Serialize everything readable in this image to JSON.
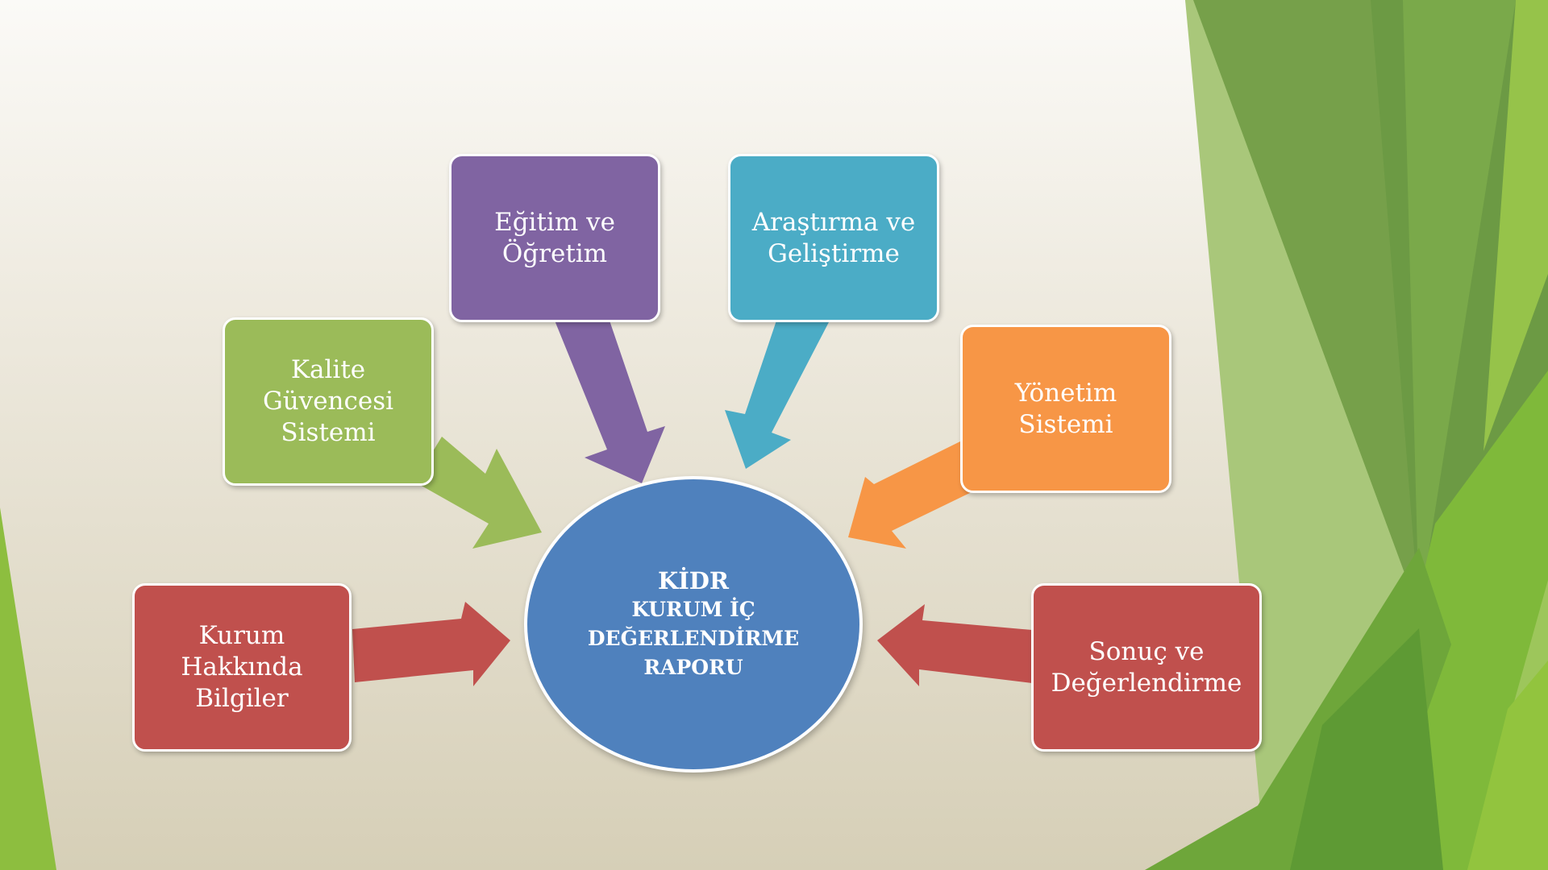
{
  "diagram": {
    "center": {
      "line1": "KİDR",
      "line2": "KURUM İÇ",
      "line3": "DEĞERLENDİRME",
      "line4": "RAPORU",
      "color": "#4F81BD"
    },
    "nodes": [
      {
        "id": "kurum",
        "label": "Kurum\nHakkında\nBilgiler",
        "color": "#C0504D"
      },
      {
        "id": "kalite",
        "label": "Kalite\nGüvencesi\nSistemi",
        "color": "#9BBB59"
      },
      {
        "id": "egitim",
        "label": "Eğitim ve\nÖğretim",
        "color": "#8064A2"
      },
      {
        "id": "arastirma",
        "label": "Araştırma ve\nGeliştirme",
        "color": "#4BACC6"
      },
      {
        "id": "yonetim",
        "label": "Yönetim\nSistemi",
        "color": "#F79646"
      },
      {
        "id": "sonuc",
        "label": "Sonuç ve\nDeğerlendirme",
        "color": "#C0504D"
      }
    ]
  }
}
